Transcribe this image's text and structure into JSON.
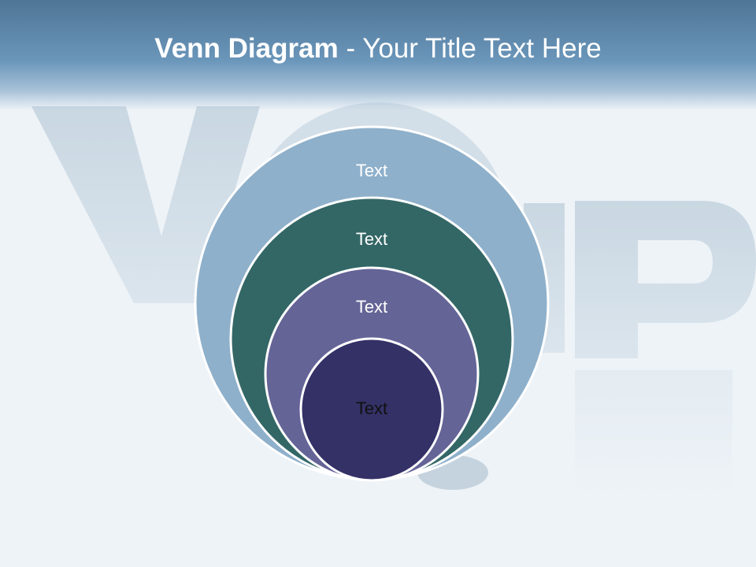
{
  "slide": {
    "title_bold": "Venn Diagram",
    "title_rest": " - Your Title Text Here"
  },
  "diagram": {
    "rings": [
      {
        "label": "Text",
        "fill": "#8eb0cb",
        "text_color": "#ffffff"
      },
      {
        "label": "Text",
        "fill": "#336766",
        "text_color": "#ffffff"
      },
      {
        "label": "Text",
        "fill": "#656497",
        "text_color": "#ffffff"
      },
      {
        "label": "Text",
        "fill": "#333166",
        "text_color": "#111111"
      }
    ],
    "outline_color": "#ffffff"
  },
  "colors": {
    "header_dark": "#4f7596",
    "header_light": "#6a96ba",
    "background": "#eef3f7"
  }
}
